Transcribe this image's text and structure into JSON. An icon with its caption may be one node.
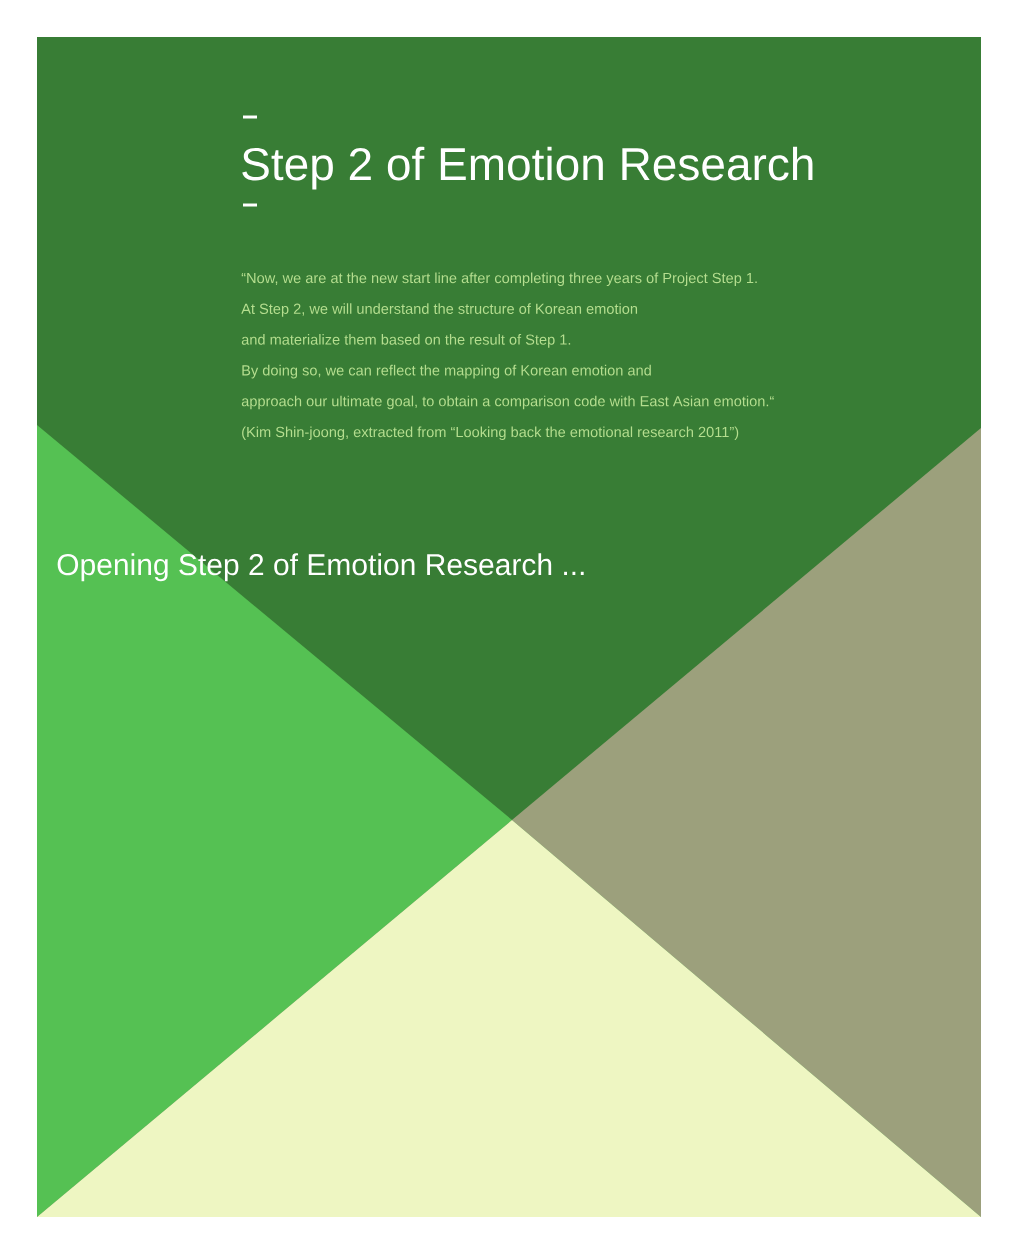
{
  "diagram": {
    "title": "Step 2 of Emotion Research",
    "labels": [
      "“Now, we are at the new start line after completing three years of Project Step 1.",
      "At Step 2, we will understand the structure of Korean emotion",
      "and materialize them based on the result of Step 1.",
      "By doing so, we can reflect the mapping of Korean emotion and",
      "approach our ultimate goal, to obtain a comparison code with East Asian emotion.“",
      "(Kim Shin-joong, extracted from “Looking back the emotional research 2011”)",
      "Opening Step 2 of Emotion Research ..."
    ]
  }
}
